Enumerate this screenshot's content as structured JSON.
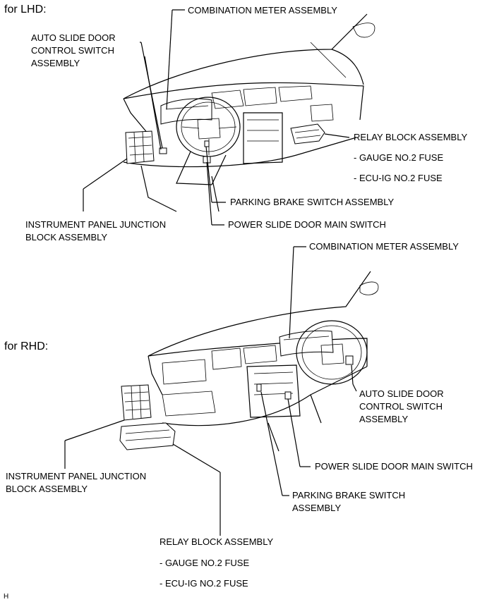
{
  "lhd": {
    "title": "for LHD:",
    "combination_meter": "COMBINATION METER ASSEMBLY",
    "auto_slide_door": "AUTO SLIDE DOOR\nCONTROL SWITCH\nASSEMBLY",
    "relay_block": "RELAY BLOCK ASSEMBLY",
    "gauge_fuse": "- GAUGE NO.2 FUSE",
    "ecu_fuse": "- ECU-IG NO.2 FUSE",
    "parking_brake": "PARKING BRAKE SWITCH ASSEMBLY",
    "power_slide_door": "POWER SLIDE DOOR MAIN SWITCH",
    "junction_block": "INSTRUMENT PANEL JUNCTION\nBLOCK ASSEMBLY"
  },
  "rhd": {
    "title": "for RHD:",
    "combination_meter": "COMBINATION METER ASSEMBLY",
    "auto_slide_door": "AUTO SLIDE DOOR\nCONTROL SWITCH\nASSEMBLY",
    "power_slide_door": "POWER SLIDE DOOR MAIN SWITCH",
    "junction_block": "INSTRUMENT PANEL JUNCTION\nBLOCK ASSEMBLY",
    "parking_brake": "PARKING BRAKE SWITCH\nASSEMBLY",
    "relay_block": "RELAY BLOCK ASSEMBLY",
    "gauge_fuse": "- GAUGE NO.2 FUSE",
    "ecu_fuse": "- ECU-IG NO.2 FUSE"
  },
  "footer": {
    "mark": "H"
  }
}
